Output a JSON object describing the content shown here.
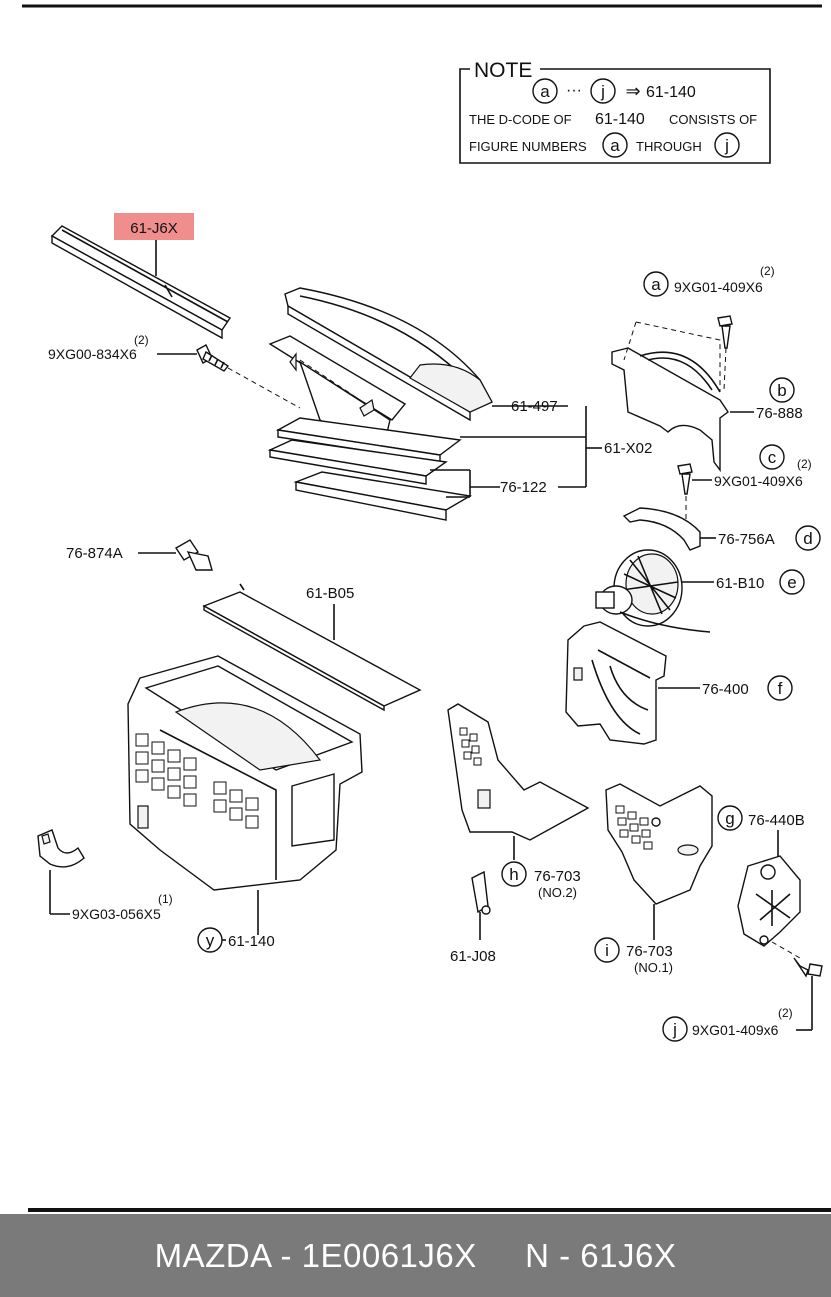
{
  "note": {
    "title": "NOTE",
    "range_from": "a",
    "range_sep": "···",
    "range_to": "j",
    "arrow": "⇒",
    "range_code": "61-140",
    "line2_prefix": "THE D-CODE OF",
    "line2_code": "61-140",
    "line2_suffix": "CONSISTS OF",
    "line3_prefix": "FIGURE NUMBERS",
    "line3_from": "a",
    "line3_mid": "THROUGH",
    "line3_to": "j"
  },
  "highlight_color": "#f08d8d",
  "callouts": {
    "p61j6x": "61-J6X",
    "p9xg00": "9XG00-834X6",
    "p9xg00_qty": "(2)",
    "p61497": "61-497",
    "p61x02": "61-X02",
    "p76122": "76-122",
    "a_letter": "a",
    "a_part": "9XG01-409X6",
    "a_qty": "(2)",
    "b_letter": "b",
    "b_part": "76-888",
    "c_letter": "c",
    "c_part": "9XG01-409X6",
    "c_qty": "(2)",
    "d_letter": "d",
    "d_part": "76-756A",
    "e_letter": "e",
    "e_part": "61-B10",
    "f_letter": "f",
    "f_part": "76-400",
    "p76874a": "76-874A",
    "p61b05": "61-B05",
    "g_letter": "g",
    "g_part": "76-440B",
    "h_letter": "h",
    "h_part": "76-703",
    "h_sub": "(NO.2)",
    "i_letter": "i",
    "i_part": "76-703",
    "i_sub": "(NO.1)",
    "j_letter": "j",
    "j_part": "9XG01-409x6",
    "j_qty": "(2)",
    "y_letter": "y",
    "y_part": "61-140",
    "p9xg03": "9XG03-056X5",
    "p9xg03_qty": "(1)",
    "p61j08": "61-J08"
  },
  "footer": {
    "brand": "MAZDA - 1E0061J6X",
    "number": "N - 61J6X"
  }
}
